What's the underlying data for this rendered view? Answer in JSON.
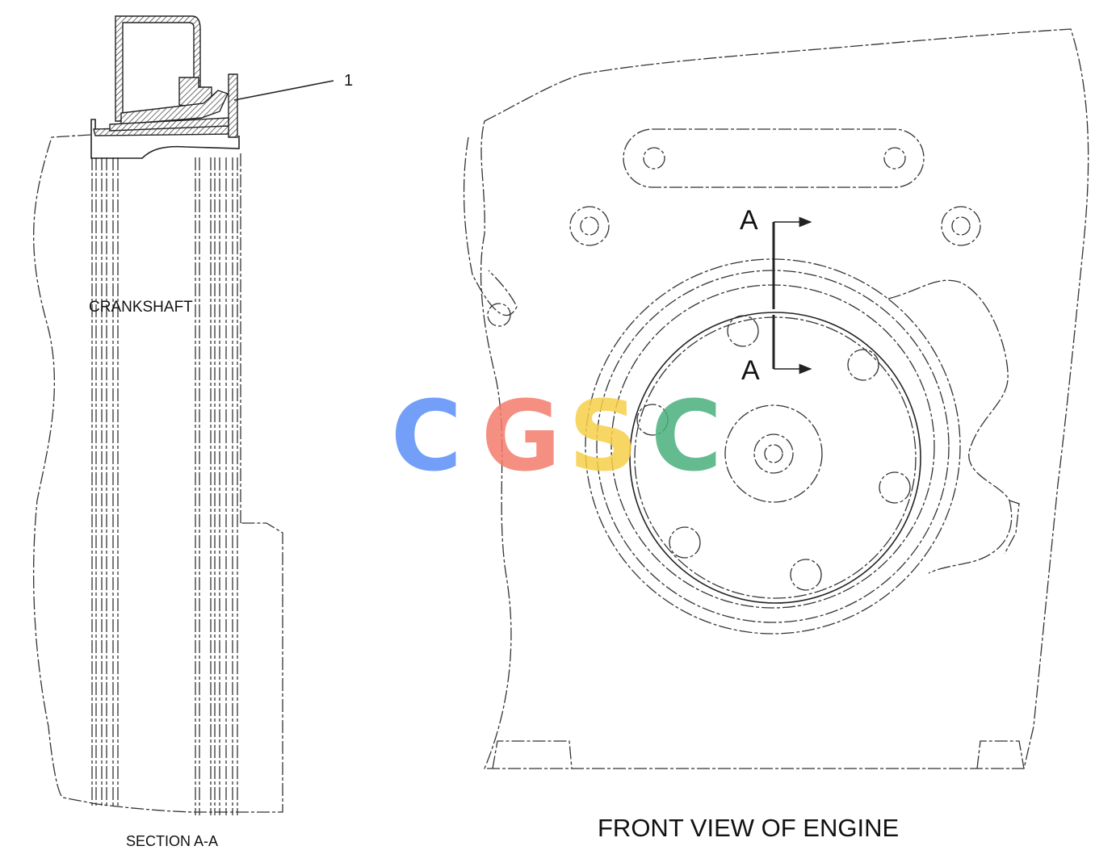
{
  "section_view": {
    "part_label": "CRANKSHAFT",
    "callout_number": "1",
    "caption": "SECTION A-A"
  },
  "front_view": {
    "section_marker_top": "A",
    "section_marker_bottom": "A",
    "caption": "FRONT VIEW OF ENGINE"
  },
  "watermark": {
    "letters": [
      "C",
      "G",
      "S",
      "C"
    ],
    "colors": [
      "#5b8ff9",
      "#f47c6c",
      "#f6cf4a",
      "#49b07c"
    ]
  }
}
